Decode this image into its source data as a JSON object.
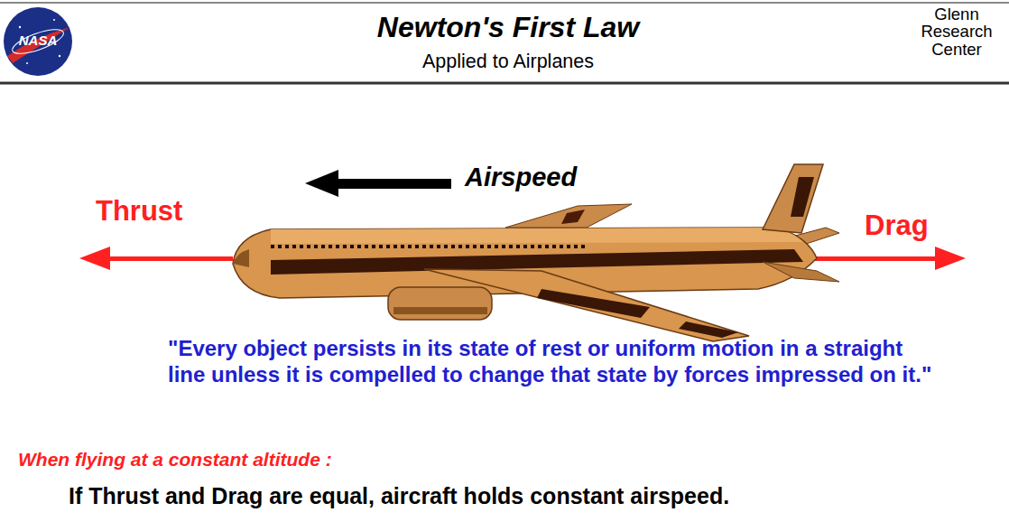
{
  "diagram": {
    "title": "Newton's First Law",
    "labels": [
      "NASA",
      "Applied to Airplanes",
      "Glenn Research Center",
      "Airspeed",
      "Thrust",
      "Drag",
      "\"Every object persists in its state of rest or uniform motion in a straight line unless it is compelled to change that state by forces impressed on it.\"",
      "When flying at a constant altitude :",
      "If Thrust and Drag are equal, aircraft holds constant airspeed."
    ]
  }
}
